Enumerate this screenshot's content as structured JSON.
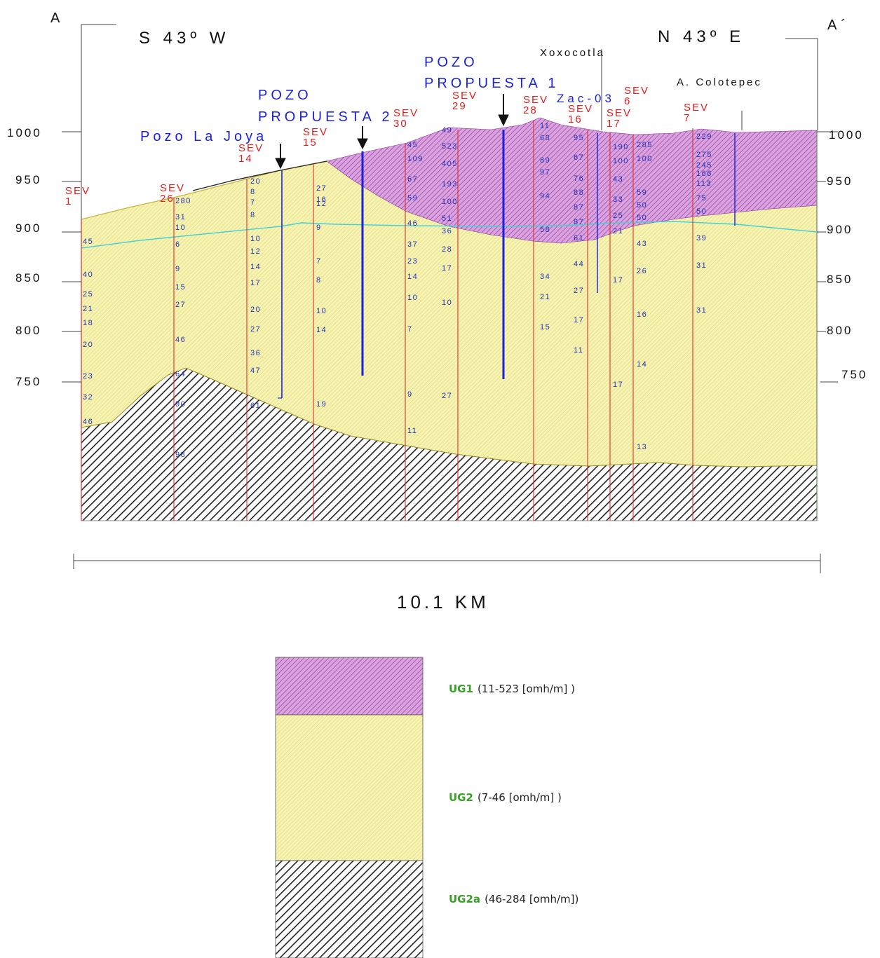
{
  "section": {
    "end_left": "A",
    "end_right": "A´",
    "bearing_left": "S 43º W",
    "bearing_right": "N 43º E",
    "elevation_labels": [
      "1000",
      "950",
      "900",
      "850",
      "800",
      "750"
    ],
    "elevation_labels_right": [
      "1000",
      "950",
      "900",
      "850",
      "800",
      "750"
    ],
    "scale_label": "10.1 KM",
    "place_labels": [
      "Xoxocotla",
      "A. Colotepec",
      "Zac-03"
    ],
    "wells": [
      {
        "line1": "POZO",
        "line2": "PROPUESTA 1"
      },
      {
        "line1": "POZO",
        "line2": "PROPUESTA 2"
      },
      {
        "line1": "Pozo La Joya",
        "line2": ""
      }
    ],
    "colors": {
      "ug1": "#c87ad0",
      "ug2": "#f2ee9e",
      "ug2a": "#222222",
      "sev_line": "#e0201e",
      "water_table": "#46d0d6",
      "well": "#1a22dd",
      "value_text": "#2233bb"
    }
  },
  "sevs": [
    {
      "name": "SEV 1",
      "label1": "SEV",
      "label2": "1",
      "values": [
        "45",
        "40",
        "25",
        "21",
        "18",
        "20",
        "23",
        "32",
        "46"
      ]
    },
    {
      "name": "SEV 26",
      "label1": "SEV",
      "label2": "26",
      "values": [
        "280",
        "31",
        "10",
        "6",
        "9",
        "15",
        "27",
        "46",
        "64",
        "90",
        "98"
      ]
    },
    {
      "name": "SEV 14",
      "label1": "SEV",
      "label2": "14",
      "values": [
        "20",
        "8",
        "7",
        "8",
        "10",
        "12",
        "14",
        "17",
        "20",
        "27",
        "36",
        "47",
        "61"
      ]
    },
    {
      "name": "SEV 15",
      "label1": "SEV",
      "label2": "15",
      "values": [
        "27",
        "16",
        "12",
        "9",
        "7",
        "8",
        "10",
        "14",
        "19"
      ]
    },
    {
      "name": "SEV 30",
      "label1": "SEV",
      "label2": "30",
      "values": [
        "45",
        "109",
        "67",
        "59",
        "46",
        "37",
        "23",
        "14",
        "10",
        "7",
        "9",
        "11"
      ]
    },
    {
      "name": "SEV 29",
      "label1": "SEV",
      "label2": "29",
      "values": [
        "49",
        "523",
        "405",
        "193",
        "100",
        "51",
        "36",
        "28",
        "17",
        "10",
        "27"
      ]
    },
    {
      "name": "SEV 28",
      "label1": "SEV",
      "label2": "28",
      "values": [
        "11",
        "68",
        "89",
        "97",
        "94",
        "58",
        "34",
        "21",
        "15"
      ]
    },
    {
      "name": "SEV 16",
      "label1": "SEV",
      "label2": "16",
      "values": [
        "95",
        "67",
        "76",
        "88",
        "87",
        "87",
        "61",
        "44",
        "27",
        "17",
        "11"
      ]
    },
    {
      "name": "SEV 17",
      "label1": "SEV",
      "label2": "17",
      "values": [
        "190",
        "100",
        "43",
        "33",
        "25",
        "21",
        "17",
        "17"
      ]
    },
    {
      "name": "SEV 6",
      "label1": "SEV",
      "label2": "6",
      "values": [
        "285",
        "100",
        "59",
        "50",
        "50",
        "43",
        "26",
        "16",
        "14",
        "13"
      ]
    },
    {
      "name": "SEV 7",
      "label1": "SEV",
      "label2": "7",
      "values": [
        "229",
        "275",
        "245",
        "166",
        "113",
        "75",
        "50",
        "39",
        "31",
        "31"
      ]
    }
  ],
  "legend": [
    {
      "code": "UG1",
      "range": "(11-523  [omh/m] )",
      "color": "#c87ad0"
    },
    {
      "code": "UG2",
      "range": "(7-46 [omh/m] )",
      "color": "#f2ee9e"
    },
    {
      "code": "UG2a",
      "range": "(46-284 [omh/m])",
      "color": "#222222"
    }
  ]
}
